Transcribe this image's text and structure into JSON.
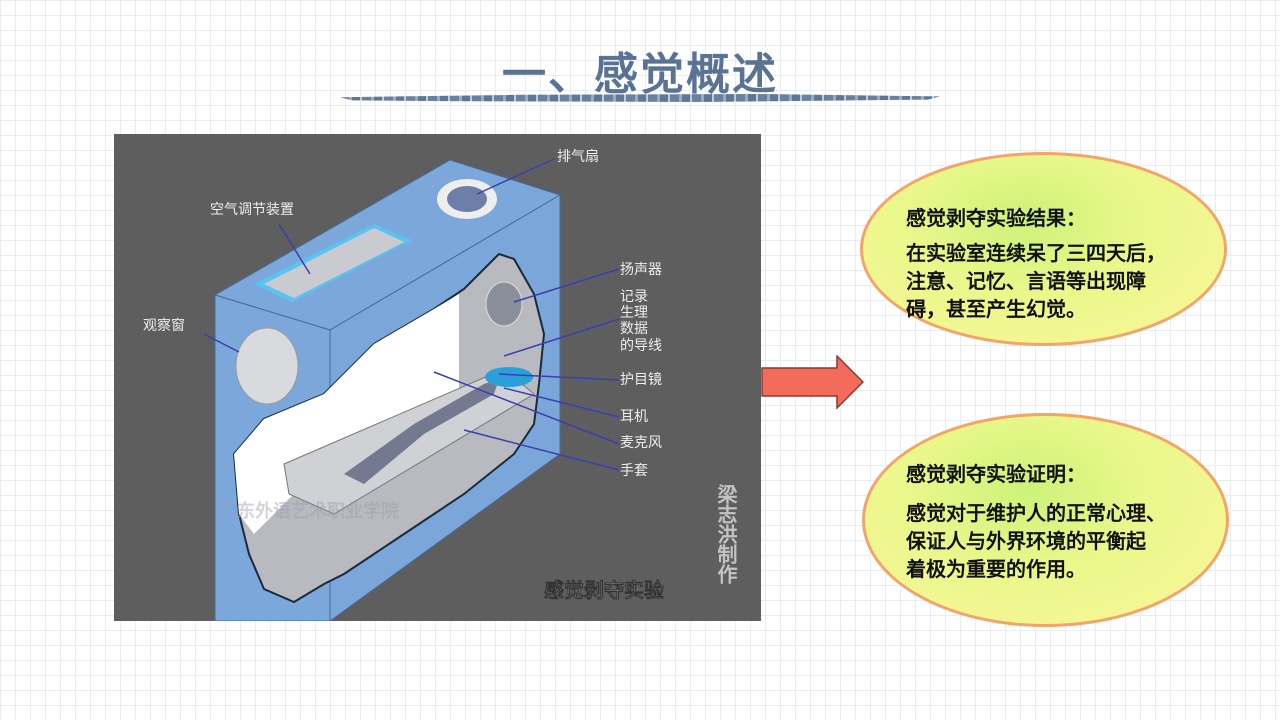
{
  "title": "一、感觉概述",
  "diagram": {
    "labels": {
      "exhaust_fan": "排气扇",
      "air_conditioner": "空气调节装置",
      "observation_window": "观察窗",
      "speaker": "扬声器",
      "wire_lines": [
        "记录",
        "生理",
        "数据",
        "的导线"
      ],
      "goggles": "护目镜",
      "headphones": "耳机",
      "microphone": "麦克风",
      "gloves": "手套"
    },
    "caption": "感觉剥夺实验",
    "watermark": "广东外语艺术职业学院",
    "author_stamp": "梁志洪制作"
  },
  "bubble_result": {
    "heading": "感觉剥夺实验结果：",
    "lines": [
      "在实验室连续呆了三四天后，",
      "注意、记忆、言语等出现障",
      "碍，甚至产生幻觉。"
    ]
  },
  "bubble_proof": {
    "heading": "感觉剥夺实验证明：",
    "lines": [
      "感觉对于维护人的正常心理、",
      "保证人与外界环境的平衡起",
      "着极为重要的作用。"
    ]
  },
  "colors": {
    "title": "#5a7293",
    "arrow": "#f26b5b",
    "bubble_border": "#f2a46a",
    "box_blue": "#7ba7da"
  }
}
